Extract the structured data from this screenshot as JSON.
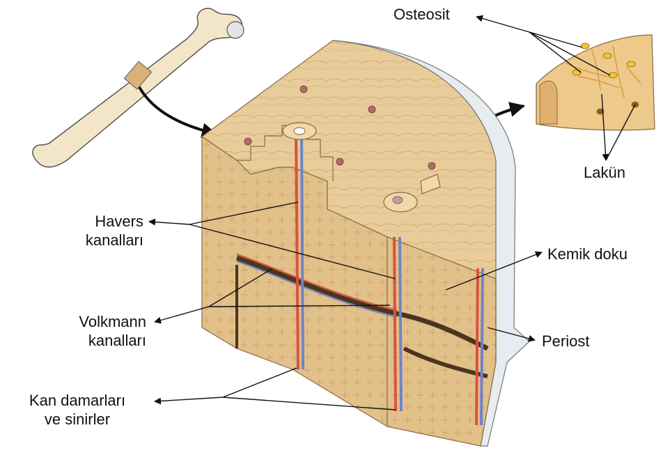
{
  "labels": {
    "osteosit": "Osteosit",
    "lakun": "Lakün",
    "havers_line1": "Havers",
    "havers_line2": "kanalları",
    "kemik_doku": "Kemik doku",
    "volkmann_line1": "Volkmann",
    "volkmann_line2": "kanalları",
    "periost": "Periost",
    "kan_line1": "Kan damarları",
    "kan_line2": "ve sinirler"
  },
  "colors": {
    "bone": "#e9cfa0",
    "bone_dark": "#d6b27a",
    "bone_shadow": "#c49a62",
    "periost": "#dfe6ea",
    "artery": "#d9523f",
    "vein": "#6f83c9",
    "cell": "#f3c534",
    "dark_channel": "#4a3620"
  }
}
